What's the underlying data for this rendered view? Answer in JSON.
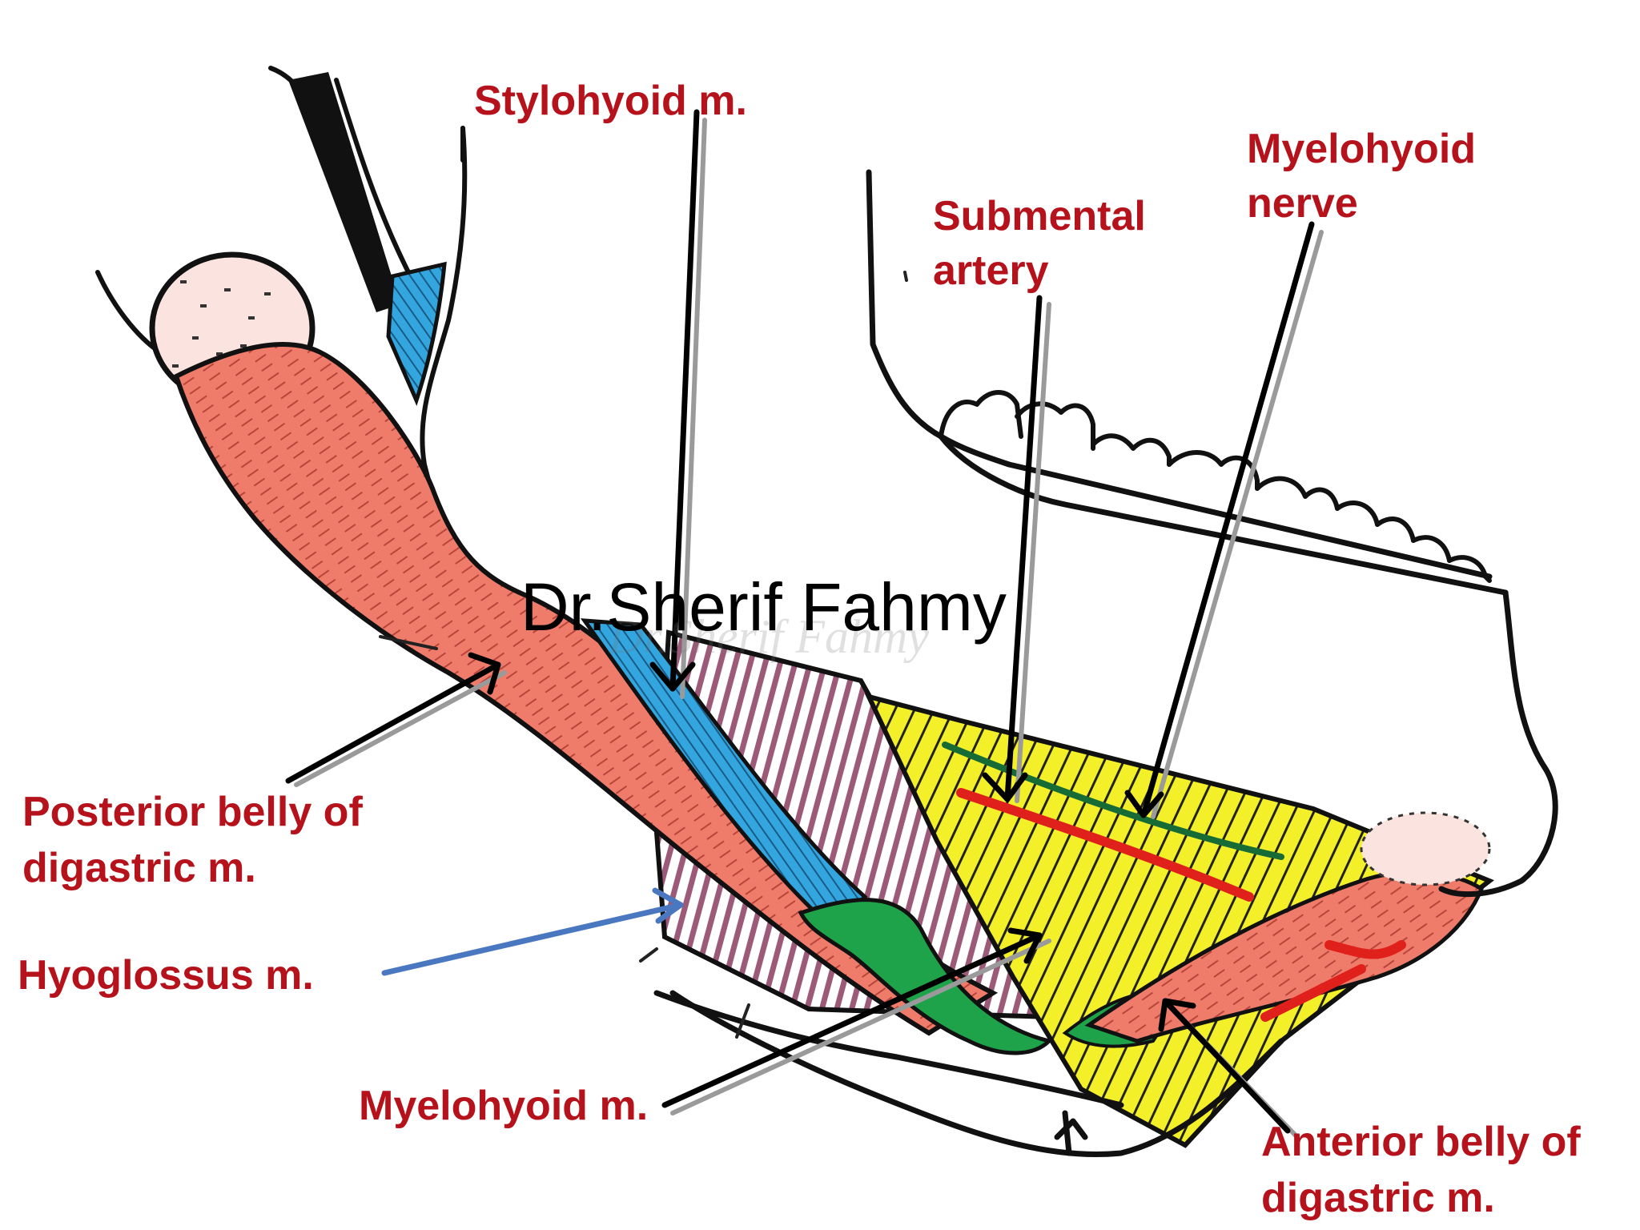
{
  "colors": {
    "label_text": "#b5121b",
    "outline": "#111111",
    "pointer": "#000000",
    "pointer_shadow": "#9a9a9a",
    "hyoglossus_pointer": "#4a78c0",
    "digastric": "#ef7b6b",
    "stylohyoid": "#33a6df",
    "mylohyoid": "#f3f02a",
    "hyoglossus": "#9c5a78",
    "green": "#1ea34a",
    "artery": "#e0201a"
  },
  "labels": {
    "stylohyoid": "Stylohyoid m.",
    "submental_1": "Submental",
    "submental_2": "artery",
    "myelohyoid_nerve_1": "Myelohyoid",
    "myelohyoid_nerve_2": "nerve",
    "posterior_belly_1": "Posterior belly of",
    "posterior_belly_2": "digastric m.",
    "hyoglossus": "Hyoglossus m.",
    "myelohyoid_m": "Myelohyoid m.",
    "anterior_belly_1": "Anterior belly of",
    "anterior_belly_2": "digastric m."
  },
  "watermark": {
    "text": "Dr.Sherif Fahmy",
    "ghost_text": "Dr.Sherif Fahmy"
  }
}
